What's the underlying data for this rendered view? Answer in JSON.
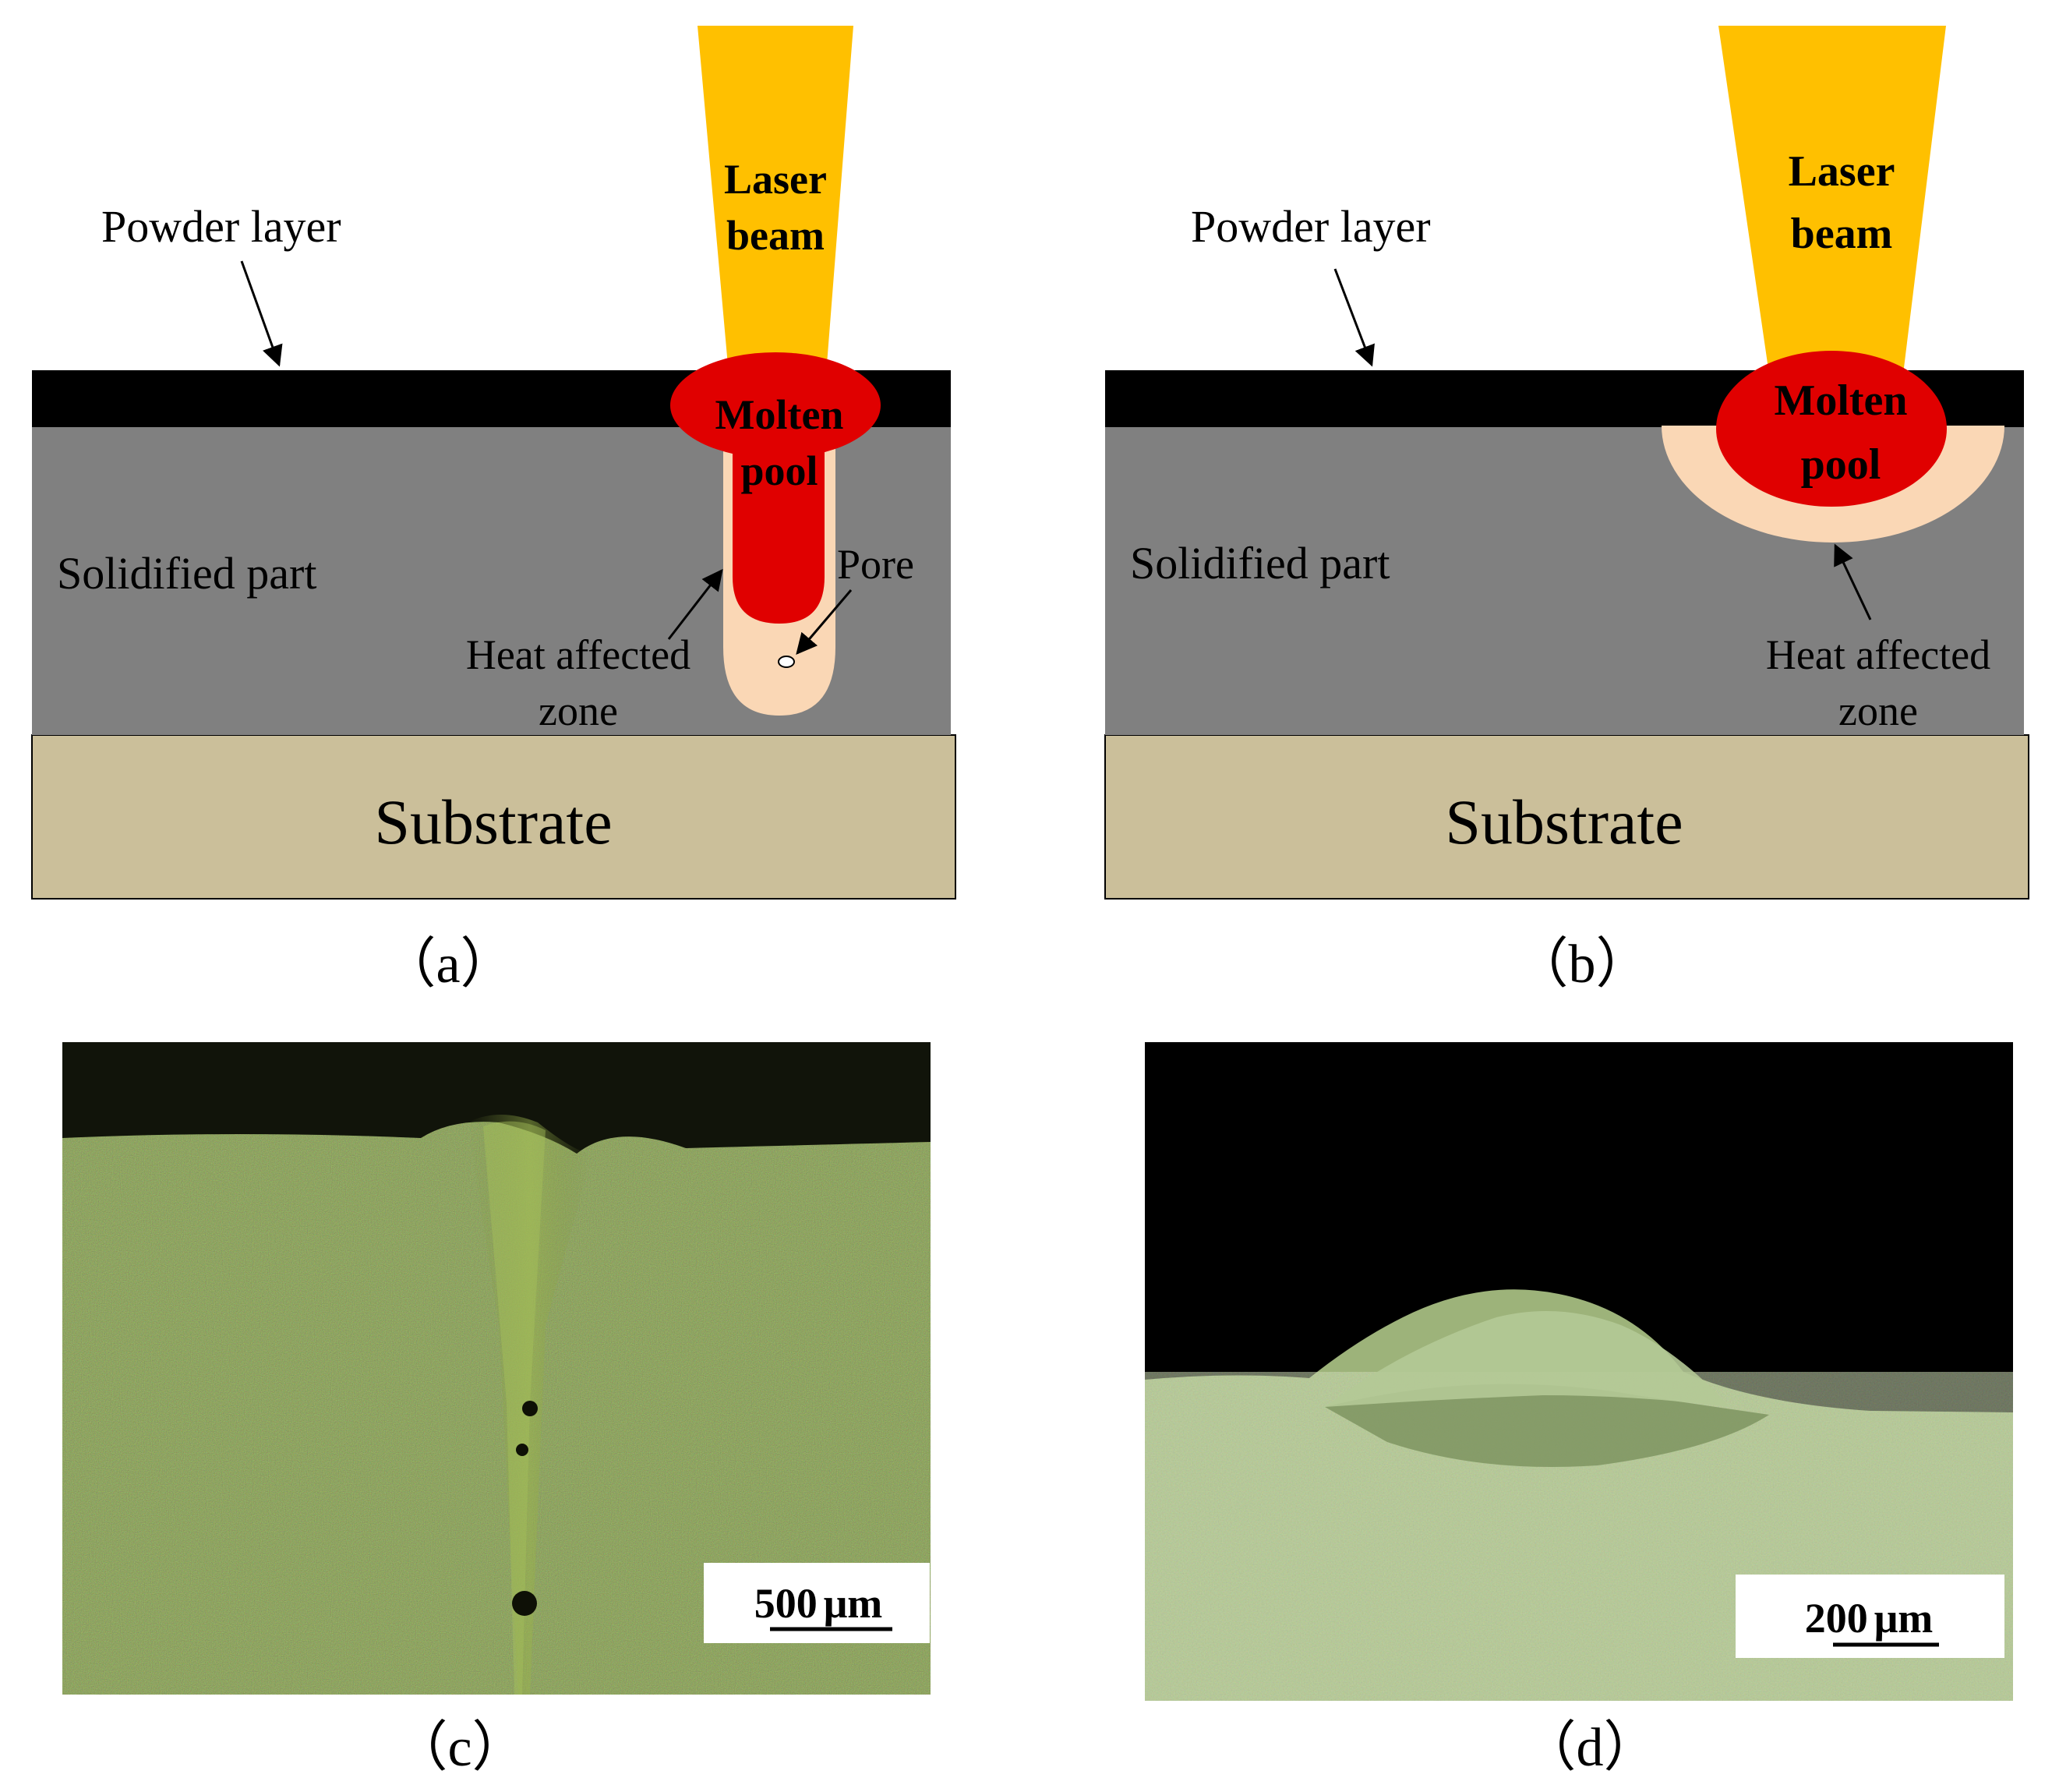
{
  "panel_a": {
    "laser_line1": "Laser",
    "laser_line2": "beam",
    "powder_layer": "Powder layer",
    "molten_line1": "Molten",
    "molten_line2": "pool",
    "solidified": "Solidified part",
    "pore": "Pore",
    "haz_line1": "Heat affected",
    "haz_line2": "zone",
    "substrate": "Substrate",
    "caption": "（a）"
  },
  "panel_b": {
    "laser_line1": "Laser",
    "laser_line2": "beam",
    "powder_layer": "Powder layer",
    "molten_line1": "Molten",
    "molten_line2": "pool",
    "solidified": "Solidified part",
    "haz_line1": "Heat affected",
    "haz_line2": "zone",
    "substrate": "Substrate",
    "caption": "（b）"
  },
  "panel_c": {
    "scale_value": "500",
    "scale_unit": "μm",
    "caption": "（c）"
  },
  "panel_d": {
    "scale_value": "200",
    "scale_unit": "μm",
    "caption": "（d）"
  },
  "colors": {
    "laser": "#FFC000",
    "molten_pool": "#E00000",
    "heat_affected_zone": "#FAD7B5",
    "solidified_part": "#808080",
    "powder_layer": "#000000",
    "substrate": "#CBBF9A",
    "micrograph_c": "#4F6B2C",
    "micrograph_d": "#9DB37A"
  }
}
